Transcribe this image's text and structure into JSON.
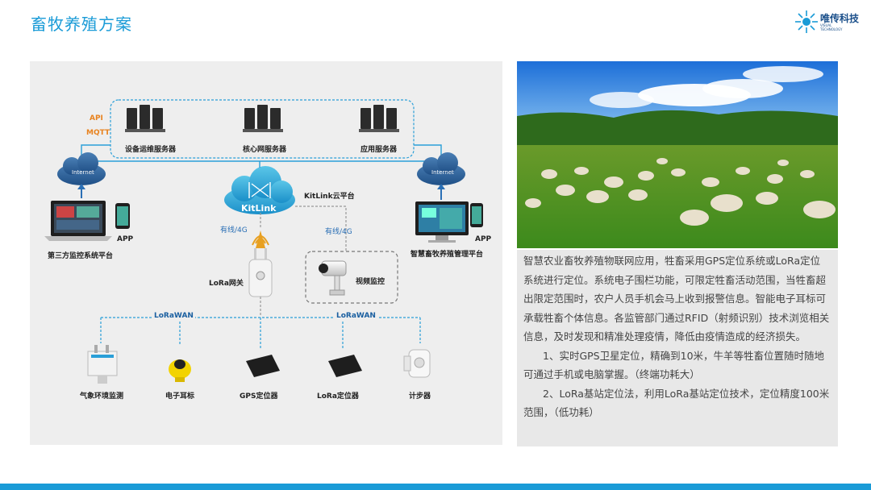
{
  "header": {
    "title": "畜牧养殖方案",
    "logo_name": "唯传科技",
    "logo_sub": "VISUAL TECHNOLOGY"
  },
  "diagram": {
    "protocols": {
      "api": "API",
      "mqtt": "MQTT"
    },
    "servers": [
      {
        "label": "设备运维服务器"
      },
      {
        "label": "核心网服务器"
      },
      {
        "label": "应用服务器"
      }
    ],
    "internet_label": "Internet",
    "platform_left": "第三方监控系统平台",
    "platform_right": "智慧畜牧养殖管理平台",
    "app_label": "APP",
    "cloud_label": "KitLink",
    "cloud_caption": "KitLink云平台",
    "link_4g_left": "有线/4G",
    "link_4g_right": "有线/4G",
    "gateway_label": "LoRa网关",
    "camera_label": "视频监控",
    "lorawan": "LoRaWAN",
    "devices": [
      {
        "label": "气象环境监测"
      },
      {
        "label": "电子耳标"
      },
      {
        "label": "GPS定位器"
      },
      {
        "label": "LoRa定位器"
      },
      {
        "label": "计步器"
      }
    ]
  },
  "description": {
    "intro": "智慧农业畜牧养殖物联网应用，牲畜采用GPS定位系统或LoRa定位系统进行定位。系统电子围栏功能，可限定牲畜活动范围，当牲畜超出限定范围时，农户人员手机会马上收到报警信息。智能电子耳标可承载牲畜个体信息。各监管部门通过RFID（射频识别）技术浏览相关信息，及时发现和精准处理疫情，降低由疫情造成的经济损失。",
    "point1": "1、实时GPS卫星定位，精确到10米，牛羊等牲畜位置随时随地可通过手机或电脑掌握。（终端功耗大）",
    "point2": "2、LoRa基站定位法，利用LoRa基站定位技术，定位精度100米范围，（低功耗）"
  },
  "colors": {
    "accent": "#1a9bd7",
    "orange": "#e8821e",
    "panel": "#eeeeee"
  }
}
